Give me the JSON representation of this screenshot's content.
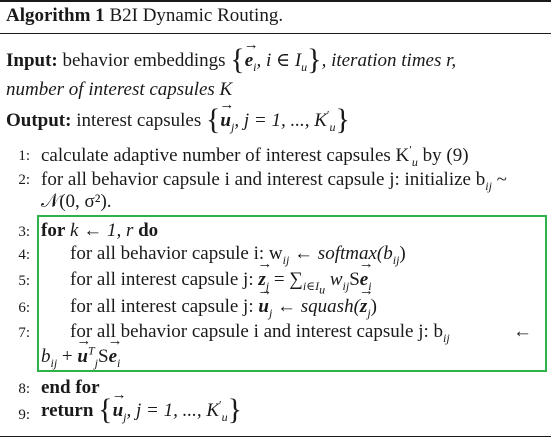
{
  "algorithm": {
    "label": "Algorithm 1",
    "name": "B2I Dynamic Routing.",
    "input_label": "Input:",
    "input_text_1": "behavior embeddings",
    "input_set": ", i ∈ I",
    "input_set_sub": "u",
    "input_text_2": ", iteration times r,",
    "input_text_3": "number of interest capsules K",
    "output_label": "Output:",
    "output_text": "interest capsules",
    "output_set": ", j = 1, ..., K",
    "output_set_sup": "′",
    "output_set_sub": "u",
    "steps": [
      {
        "num": "1:",
        "text": "calculate adaptive number of interest capsules K",
        "tail": " by (9)"
      },
      {
        "num": "2:",
        "text": "for all behavior capsule i and interest capsule j: initialize b",
        "tail": " ~",
        "cont": "𝒩(0, σ²)."
      },
      {
        "num": "3:",
        "kw": "for",
        "text": " k ← 1, r ",
        "kw2": "do"
      },
      {
        "num": "4:",
        "text": "for all behavior capsule i: w",
        "tail": " ← softmax(b",
        "tail2": ")"
      },
      {
        "num": "5:",
        "text": "for all interest capsule j:",
        "tail": " = ∑",
        "tail2": " w",
        "tail3": "S"
      },
      {
        "num": "6:",
        "text": "for all interest capsule j:",
        "tail": " ← squash(",
        "tail2": ")"
      },
      {
        "num": "7:",
        "text": "for all behavior capsule i and interest capsule j: b",
        "tail": " ←",
        "cont": "b",
        "cont2": " + ",
        "cont3": "S"
      },
      {
        "num": "8:",
        "kw": "end for"
      },
      {
        "num": "9:",
        "kw": "return",
        "text": ", j = 1, ..., K"
      }
    ],
    "sym": {
      "e": "e",
      "u": "u",
      "z": "z",
      "i": "i",
      "j": "j",
      "ij": "ij",
      "sum_sub": "i∈I",
      "sum_sub2": "u",
      "T": "T",
      "prime": "′",
      "usub": "u"
    },
    "box_color": "#2db34a"
  }
}
